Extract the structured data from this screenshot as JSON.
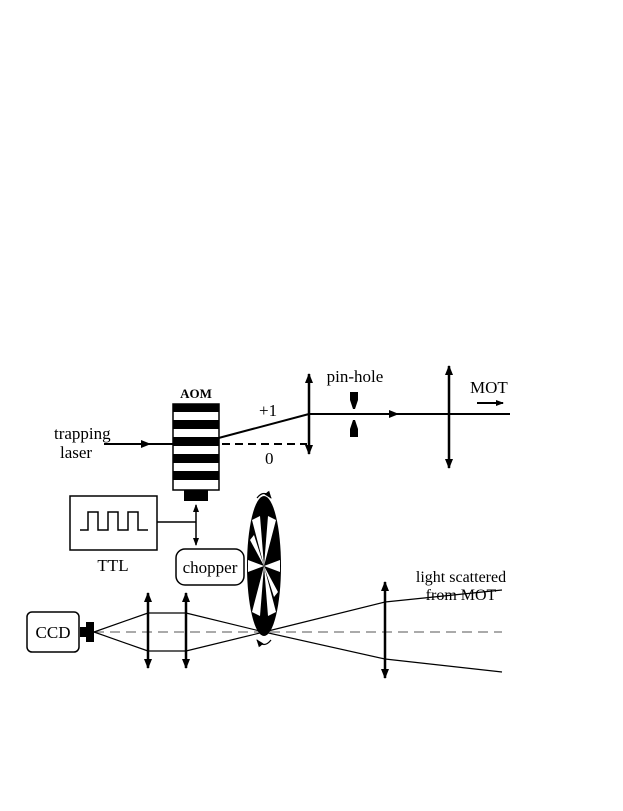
{
  "diagram": {
    "labels": {
      "aom": "AOM",
      "plus_one": "+1",
      "zero": "0",
      "pinhole": "pin-hole",
      "mot_out": "MOT",
      "trapping_line1": "trapping",
      "trapping_line2": "laser",
      "ttl": "TTL",
      "chopper": "chopper",
      "ccd": "CCD",
      "scatter_line1": "light scattered",
      "scatter_line2": "from MOT"
    },
    "colors": {
      "ink": "#000000",
      "paper": "#ffffff",
      "axis_dash": "#777777"
    }
  }
}
